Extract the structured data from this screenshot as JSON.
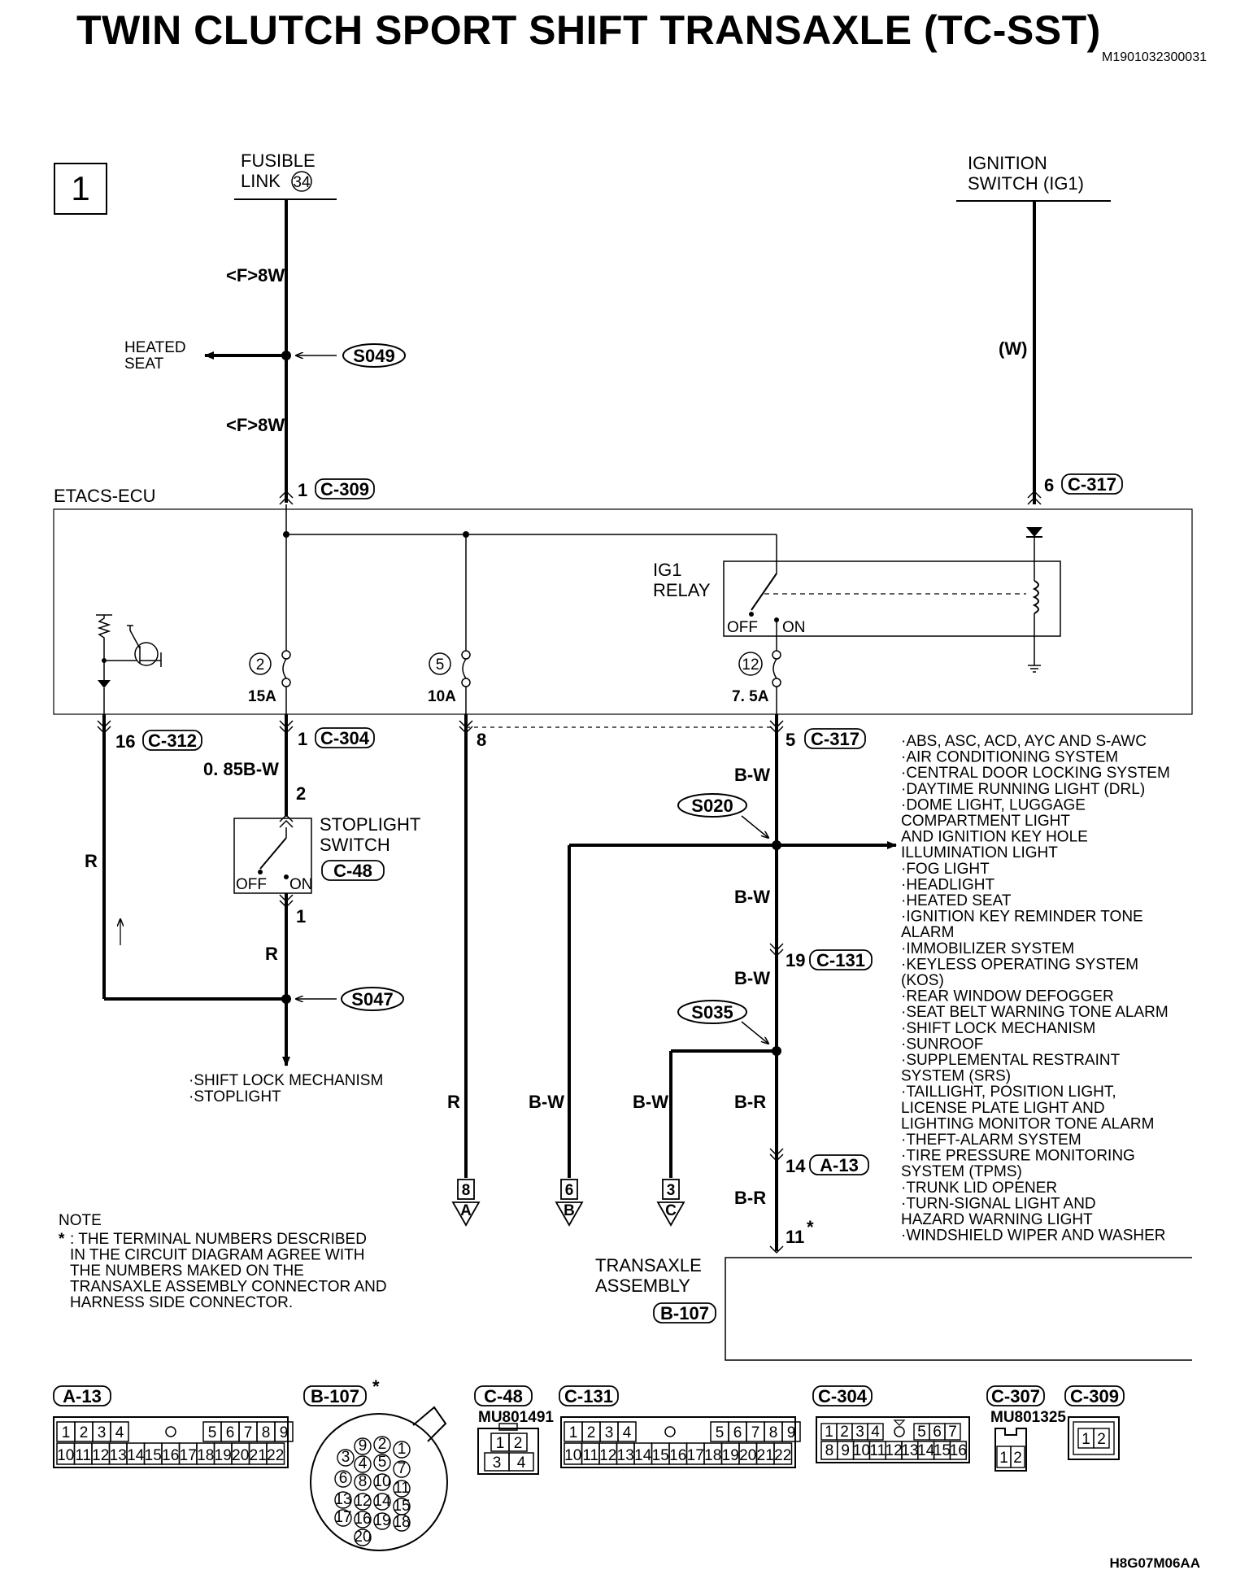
{
  "title": "TWIN CLUTCH SPORT SHIFT TRANSAXLE (TC-SST)",
  "doc_id": "M1901032300031",
  "page_no": "1",
  "footer_code": "H8G07M06AA",
  "sources": {
    "fusible": [
      "FUSIBLE",
      "LINK"
    ],
    "fusible_no": "34",
    "ignition": [
      "IGNITION",
      "SWITCH (IG1)"
    ]
  },
  "wires": {
    "f8w_top": "<F>8W",
    "f8w_bottom": "<F>8W",
    "w": "(W)",
    "b085w": "0. 85B-W",
    "r_left": "R",
    "r_stop": "R",
    "r_a": "R",
    "bw_b": "B-W",
    "bw_c": "B-W",
    "bw1": "B-W",
    "bw2": "B-W",
    "bw3": "B-W",
    "br1": "B-R",
    "br2": "B-R"
  },
  "heated_seat": [
    "HEATED",
    "SEAT"
  ],
  "splices": {
    "s049": "S049",
    "s020": "S020",
    "s035": "S035",
    "s047": "S047"
  },
  "ecu": {
    "label": "ETACS-ECU",
    "relay": [
      "IG1",
      "RELAY"
    ],
    "off": "OFF",
    "on": "ON",
    "fuses": [
      {
        "no": "2",
        "amp": "15A"
      },
      {
        "no": "5",
        "amp": "10A"
      },
      {
        "no": "12",
        "amp": "7. 5A"
      }
    ]
  },
  "connectors": {
    "c309_pin": "1",
    "c309": "C-309",
    "c317_top_pin": "6",
    "c317_top": "C-317",
    "c312_pin": "16",
    "c312": "C-312",
    "c304_pin": "1",
    "c304": "C-304",
    "pin8": "8",
    "c317_pin": "5",
    "c317": "C-317",
    "c131_pin": "19",
    "c131": "C-131",
    "a13_pin": "14",
    "a13": "A-13",
    "t11": "11",
    "star": "*"
  },
  "stoplight": {
    "label": [
      "STOPLIGHT",
      "SWITCH"
    ],
    "conn": "C-48",
    "pin_top": "2",
    "pin_bottom": "1",
    "off": "OFF",
    "on": "ON"
  },
  "stop_outputs": [
    "·SHIFT LOCK MECHANISM",
    "·STOPLIGHT"
  ],
  "offpage": [
    {
      "num": "8",
      "letter": "A"
    },
    {
      "num": "6",
      "letter": "B"
    },
    {
      "num": "3",
      "letter": "C"
    }
  ],
  "systems": [
    "·ABS, ASC, ACD, AYC AND S-AWC",
    "·AIR CONDITIONING SYSTEM",
    "·CENTRAL DOOR LOCKING SYSTEM",
    "·DAYTIME RUNNING LIGHT (DRL)",
    "·DOME LIGHT, LUGGAGE",
    " COMPARTMENT LIGHT",
    " AND IGNITION KEY HOLE",
    " ILLUMINATION LIGHT",
    "·FOG LIGHT",
    "·HEADLIGHT",
    "·HEATED SEAT",
    "·IGNITION KEY REMINDER TONE",
    " ALARM",
    "·IMMOBILIZER SYSTEM",
    "·KEYLESS OPERATING SYSTEM",
    " (KOS)",
    "·REAR WINDOW DEFOGGER",
    "·SEAT BELT WARNING TONE ALARM",
    "·SHIFT LOCK MECHANISM",
    "·SUNROOF",
    "·SUPPLEMENTAL RESTRAINT",
    " SYSTEM (SRS)",
    "·TAILLIGHT, POSITION LIGHT,",
    " LICENSE PLATE LIGHT AND",
    " LIGHTING MONITOR TONE ALARM",
    "·THEFT-ALARM SYSTEM",
    "·TIRE PRESSURE MONITORING",
    " SYSTEM (TPMS)",
    "·TRUNK LID OPENER",
    "·TURN-SIGNAL LIGHT AND",
    " HAZARD WARNING LIGHT",
    "·WINDSHIELD WIPER AND WASHER"
  ],
  "transaxle": {
    "label": [
      "TRANSAXLE",
      "ASSEMBLY"
    ],
    "conn": "B-107"
  },
  "note": {
    "title": "NOTE",
    "marker": "*",
    "lines": [
      ": THE TERMINAL NUMBERS DESCRIBED",
      "  IN THE CIRCUIT DIAGRAM AGREE WITH",
      "  THE NUMBERS MAKED ON THE",
      "  TRANSAXLE ASSEMBLY CONNECTOR AND",
      "  HARNESS SIDE CONNECTOR."
    ]
  },
  "connector_views": {
    "a13": {
      "label": "A-13",
      "top": [
        "1",
        "2",
        "3",
        "4",
        "5",
        "6",
        "7",
        "8",
        "9"
      ],
      "bottom": [
        "10",
        "11",
        "12",
        "13",
        "14",
        "15",
        "16",
        "17",
        "18",
        "19",
        "20",
        "21",
        "22"
      ]
    },
    "b107": {
      "label": "B-107",
      "pins": [
        "1",
        "2",
        "3",
        "4",
        "5",
        "6",
        "7",
        "8",
        "9",
        "10",
        "11",
        "12",
        "13",
        "14",
        "15",
        "16",
        "17",
        "18",
        "19",
        "20"
      ]
    },
    "c48": {
      "label": "C-48",
      "part": "MU801491",
      "pins": [
        "1",
        "2",
        "3",
        "4"
      ]
    },
    "c131": {
      "label": "C-131",
      "top": [
        "1",
        "2",
        "3",
        "4",
        "5",
        "6",
        "7",
        "8",
        "9"
      ],
      "bottom": [
        "10",
        "11",
        "12",
        "13",
        "14",
        "15",
        "16",
        "17",
        "18",
        "19",
        "20",
        "21",
        "22"
      ]
    },
    "c304": {
      "label": "C-304",
      "top": [
        "1",
        "2",
        "3",
        "4",
        "5",
        "6",
        "7"
      ],
      "bottom": [
        "8",
        "9",
        "10",
        "11",
        "12",
        "13",
        "14",
        "15",
        "16"
      ]
    },
    "c307": {
      "label": "C-307",
      "part": "MU801325",
      "pins": [
        "1",
        "2"
      ]
    },
    "c309": {
      "label": "C-309",
      "pins": [
        "1",
        "2"
      ]
    }
  }
}
